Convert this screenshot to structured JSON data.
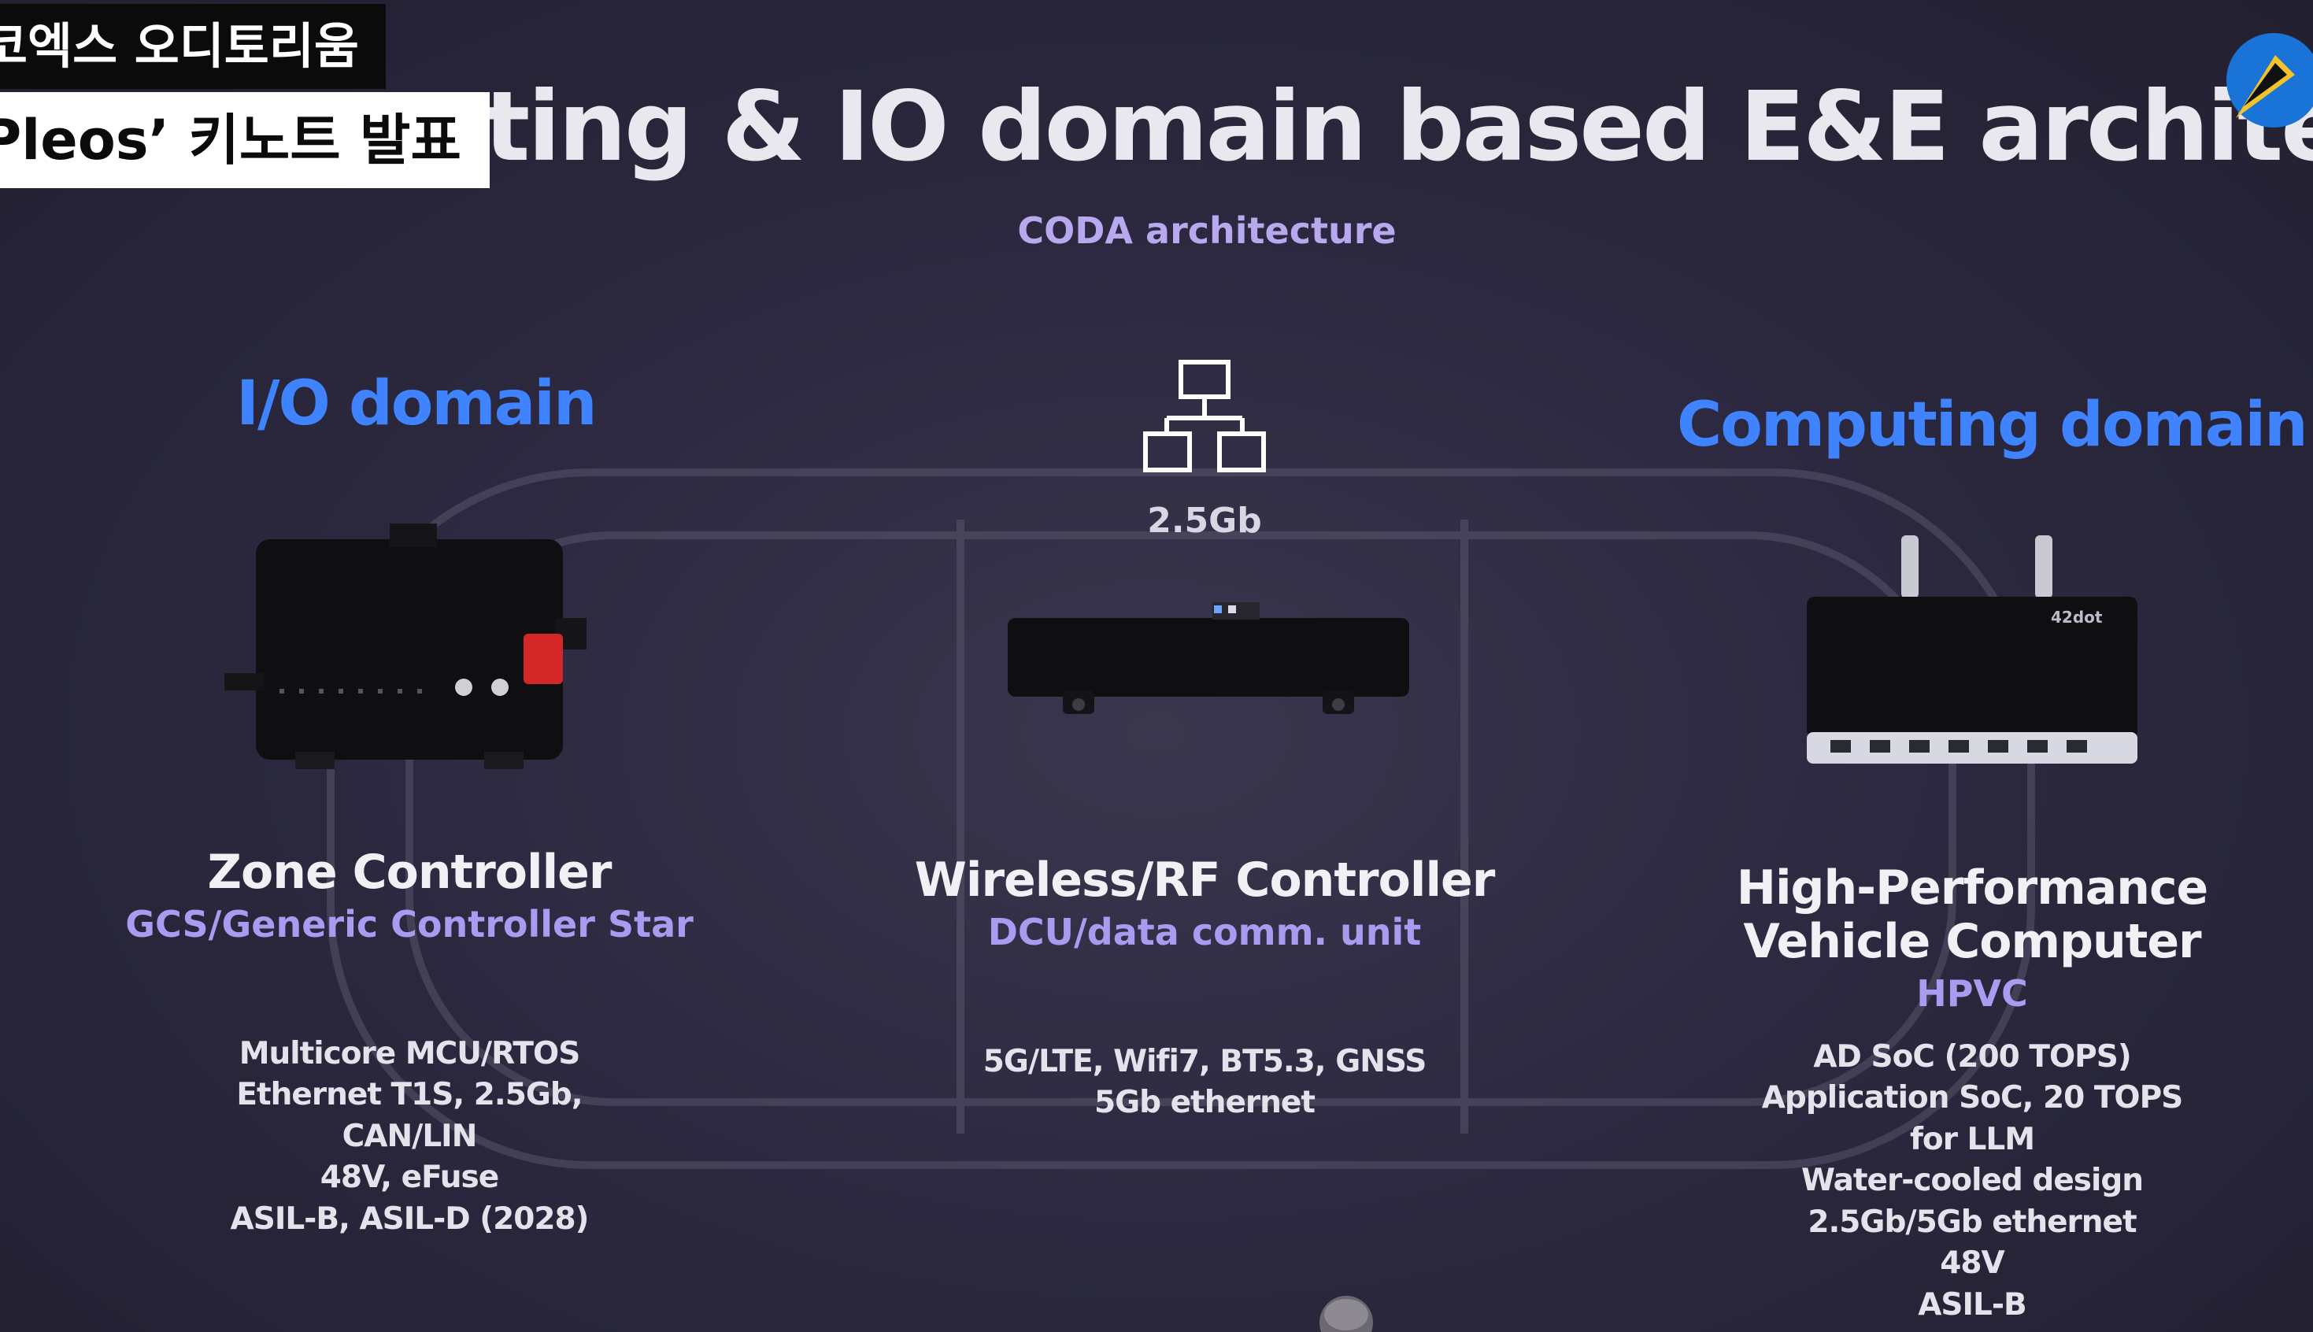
{
  "slide": {
    "title": "ting & IO domain based E&E architecture",
    "subtitle": "CODA architecture",
    "io_domain_label": "I/O domain",
    "computing_domain_label": "Computing domain",
    "network": {
      "icon": "network-hierarchy-icon",
      "bandwidth": "2.5Gb"
    },
    "zone_controller": {
      "title": "Zone Controller",
      "subtitle": "GCS/Generic Controller Star",
      "specs": [
        "Multicore MCU/RTOS",
        "Ethernet T1S, 2.5Gb,",
        "CAN/LIN",
        "48V, eFuse",
        "ASIL-B, ASIL-D (2028)"
      ]
    },
    "wireless_controller": {
      "title": "Wireless/RF Controller",
      "subtitle": "DCU/data comm. unit",
      "specs": [
        "5G/LTE, Wifi7, BT5.3, GNSS",
        "5Gb ethernet"
      ]
    },
    "hpvc": {
      "title_line1": "High-Performance",
      "title_line2": "Vehicle Computer",
      "subtitle": "HPVC",
      "device_label": "42dot",
      "specs": [
        "AD SoC (200 TOPS)",
        "Application SoC, 20 TOPS",
        "for LLM",
        "Water-cooled design",
        "2.5Gb/5Gb ethernet",
        "48V",
        "ASIL-B"
      ]
    }
  },
  "overlay": {
    "caption_top": "코엑스 오디토리움",
    "caption_bottom": "Pleos’ 키노트 발표"
  },
  "colors": {
    "background": "#2c2940",
    "title": "#e9e8ef",
    "domain_blue": "#3f83ff",
    "subtitle_purple": "#a99cf0"
  }
}
